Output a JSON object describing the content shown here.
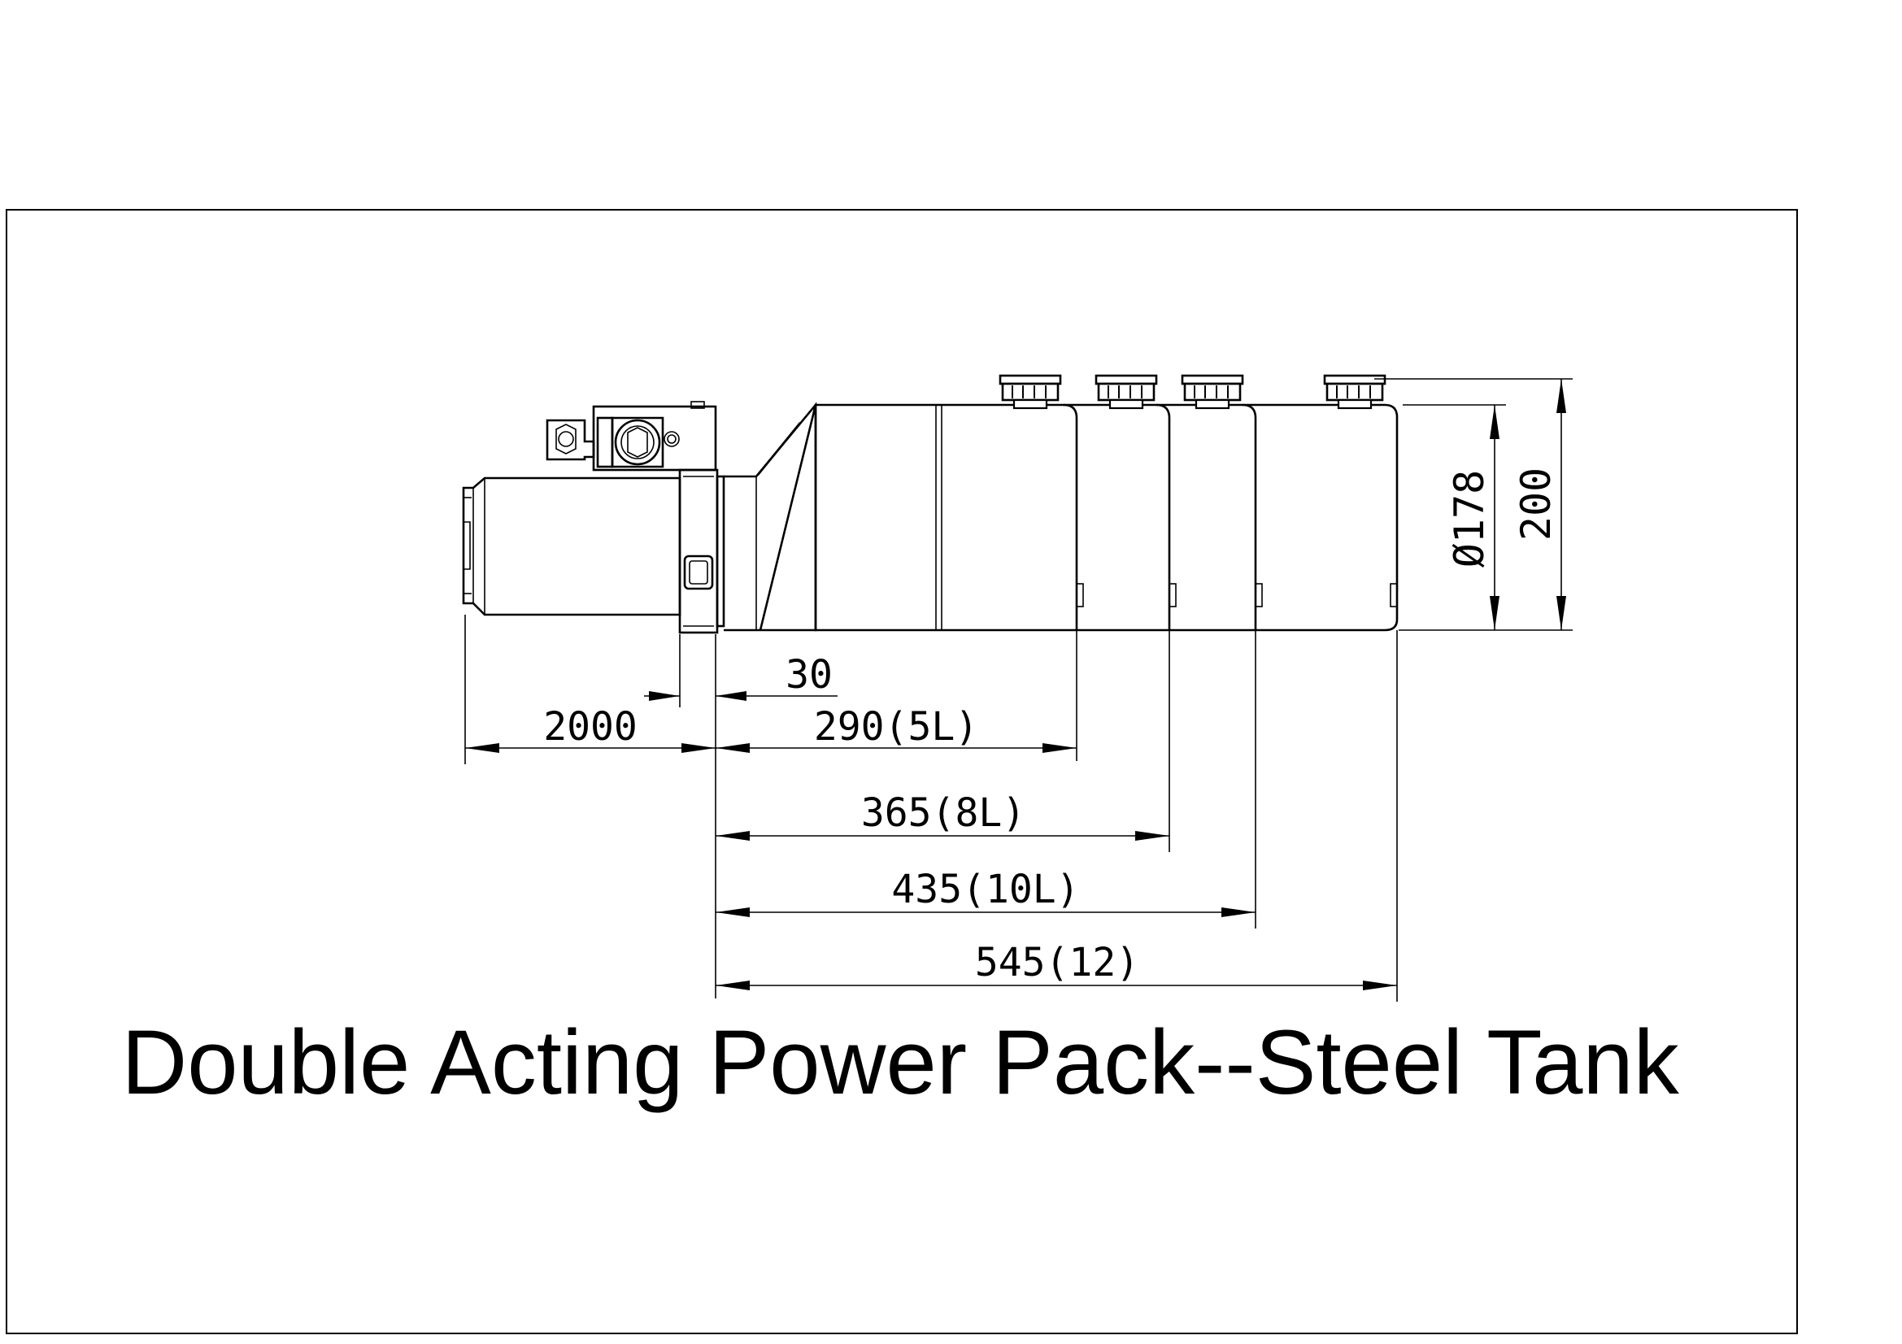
{
  "title": "Double Acting Power Pack--Steel Tank",
  "dimensions": {
    "hose_length": "2000",
    "flange_width": "30",
    "len_5l": "290(5L)",
    "len_8l": "365(8L)",
    "len_10l": "435(10L)",
    "len_12": "545(12)",
    "tank_diameter": "Ø178",
    "overall_height": "200"
  }
}
